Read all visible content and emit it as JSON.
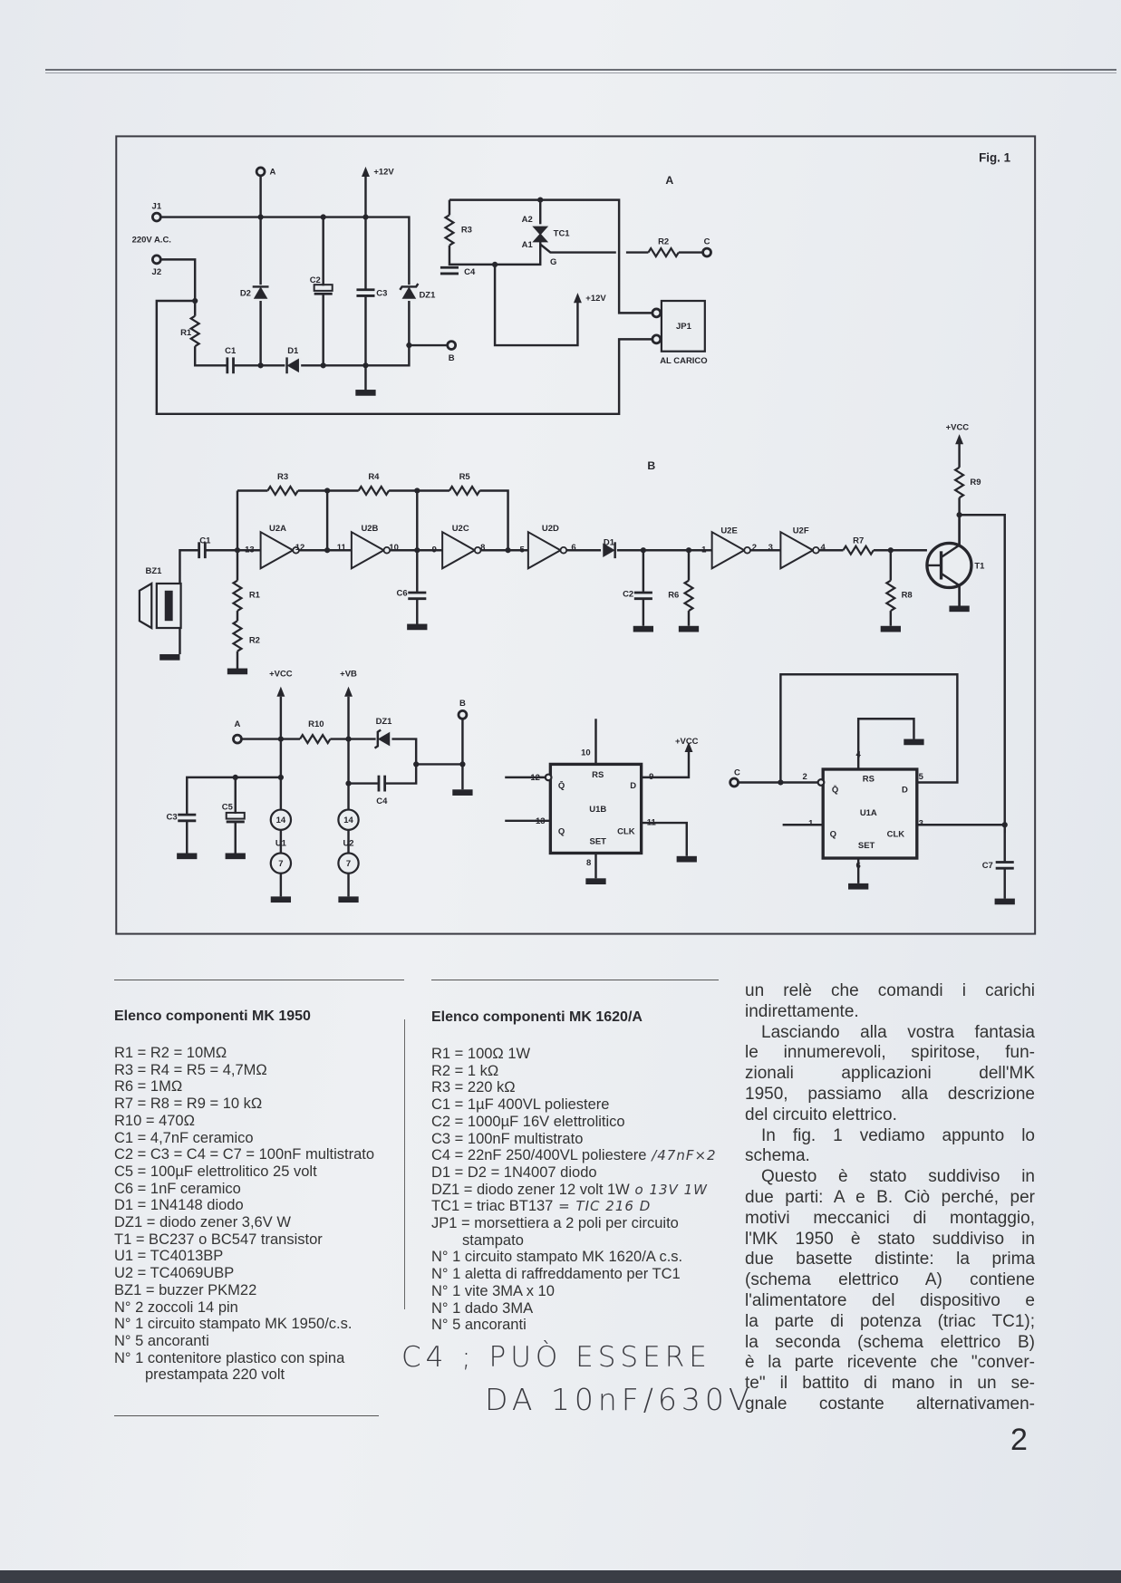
{
  "figure": {
    "labels": [
      "Fig. 1",
      "A",
      "A",
      "+12V",
      "J1",
      "220V A.C.",
      "J2",
      "D2",
      "C2",
      "C3",
      "DZ1",
      "R1",
      "C1",
      "D1",
      "B",
      "R3",
      "C4",
      "A2",
      "A1",
      "TC1",
      "G",
      "R2",
      "C",
      "+12V",
      "JP1",
      "AL CARICO",
      "B",
      "+VCC",
      "R9",
      "R3",
      "R4",
      "R5",
      "U2A",
      "U2B",
      "U2C",
      "U2D",
      "U2E",
      "U2F",
      "C1",
      "13",
      "12",
      "11",
      "10",
      "9",
      "8",
      "5",
      "6",
      "D1",
      "1",
      "2",
      "3",
      "4",
      "R7",
      "BZ1",
      "R1",
      "R2",
      "C6",
      "C2",
      "R6",
      "R8",
      "T1",
      "+VCC",
      "+VB",
      "A",
      "R10",
      "DZ1",
      "B",
      "C4",
      "C3",
      "C5",
      "14",
      "14",
      "U1",
      "U2",
      "7",
      "7",
      "10",
      "RS",
      "12",
      "Q̄",
      "D",
      "9",
      "+VCC",
      "U1B",
      "13",
      "Q",
      "CLK",
      "11",
      "SET",
      "8",
      "C",
      "2",
      "4",
      "RS",
      "Q̄",
      "D",
      "5",
      "U1A",
      "1",
      "Q",
      "CLK",
      "3",
      "SET",
      "6",
      "C7"
    ]
  },
  "list_mk1950": {
    "title": "Elenco componenti MK 1950",
    "items": [
      "R1 = R2 = 10MΩ",
      "R3 = R4 = R5 = 4,7MΩ",
      "R6 = 1MΩ",
      "R7 = R8 = R9 = 10 kΩ",
      "R10 = 470Ω",
      "C1 = 4,7nF ceramico",
      "C2 = C3 = C4 = C7 = 100nF multistrato",
      "C5 = 100µF elettrolitico 25 volt",
      "C6 = 1nF ceramico",
      "D1 = 1N4148 diodo",
      "DZ1 = diodo zener 3,6V W",
      "T1 = BC237 o BC547 transistor",
      "U1 = TC4013BP",
      "U2 = TC4069UBP",
      "BZ1 = buzzer PKM22",
      "N° 2 zoccoli 14 pin",
      "N° 1 circuito stampato MK 1950/c.s.",
      "N° 5 ancoranti",
      "N° 1 contenitore plastico con spina",
      "prestampata 220 volt"
    ]
  },
  "list_mk1620": {
    "title": "Elenco componenti MK 1620/A",
    "items": [
      "R1 = 100Ω 1W",
      "R2 = 1 kΩ",
      "R3 = 220 kΩ",
      "C1 = 1µF 400VL poliestere",
      "C2 = 1000µF 16V elettrolitico",
      "C3 = 100nF multistrato",
      "C4 = 22nF 250/400VL poliestere",
      "D1 = D2 = 1N4007 diodo",
      "DZ1 = diodo zener 12 volt 1W",
      "TC1 = triac BT137",
      "JP1 = morsettiera a 2 poli per circuito",
      "stampato",
      "N° 1 circuito stampato MK 1620/A c.s.",
      "N° 1 aletta di raffreddamento per TC1",
      "N° 1 vite 3MA x 10",
      "N° 1 dado 3MA",
      "N° 5 ancoranti"
    ],
    "handwritten": {
      "c4": "/47nF×2",
      "dz1": "o 13V 1W",
      "tc1": "= TIC 216 D"
    }
  },
  "handwritten_note": {
    "line1": "C4 ; PUÒ ESSERE",
    "line2": "DA 10nF/630V"
  },
  "body_text": {
    "paragraphs": [
      [
        "un relè che comandi i carichi",
        "indirettamente."
      ],
      [
        "Lasciando alla vostra fantasia",
        "le innumerevoli, spiritose, fun-",
        "zionali applicazioni dell'MK",
        "1950, passiamo alla descrizione",
        "del circuito elettrico."
      ],
      [
        "In fig. 1 vediamo appunto lo",
        "schema."
      ],
      [
        "Questo è stato suddiviso in",
        "due parti: A e B. Ciò perché, per",
        "motivi meccanici di montaggio,",
        "l'MK 1950 è stato suddiviso in",
        "due basette distinte: la prima",
        "(schema elettrico A) contiene",
        "l'alimentatore del dispositivo e",
        "la parte di potenza (triac TC1);",
        "la seconda (schema elettrico B)",
        "è la parte ricevente che \"conver-",
        "te\" il battito di mano in un se-",
        "gnale costante alternativamen-"
      ]
    ]
  },
  "page_number": "2"
}
